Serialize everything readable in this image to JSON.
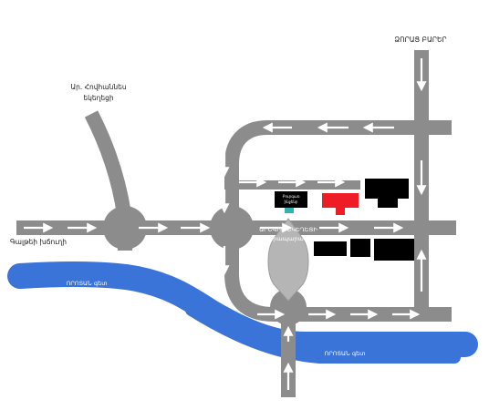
{
  "colors": {
    "road": "#8c8c8c",
    "river": "#3a74d8",
    "arrow": "#ffffff",
    "building_black": "#000000",
    "building_red": "#ee1c24",
    "sign_teal": "#2fb5b0",
    "balloon": "#b4b4b4"
  },
  "labels": {
    "street_top_left": [
      "Ար. Հովհաննես",
      "եկեղեցի"
    ],
    "street_top_right": "ՁՈՐԱՑ ԲԱՐԵՐ",
    "road_left": "Գալթեի խճուղի",
    "river_left": "ՈՐՈՏԱՆ գետ",
    "river_right": "ՈՐՈՏԱՆ գետ",
    "center_title": "ԱՐԵՎԻՆ ԵԿԵՂԵՑԻ",
    "center_subtitle": "հրապարակ",
    "sign_text": [
      "Բուրգառ",
      "ինջենր"
    ]
  },
  "icons": [
    "arrow-icon",
    "roundabout-icon",
    "building-icon"
  ]
}
